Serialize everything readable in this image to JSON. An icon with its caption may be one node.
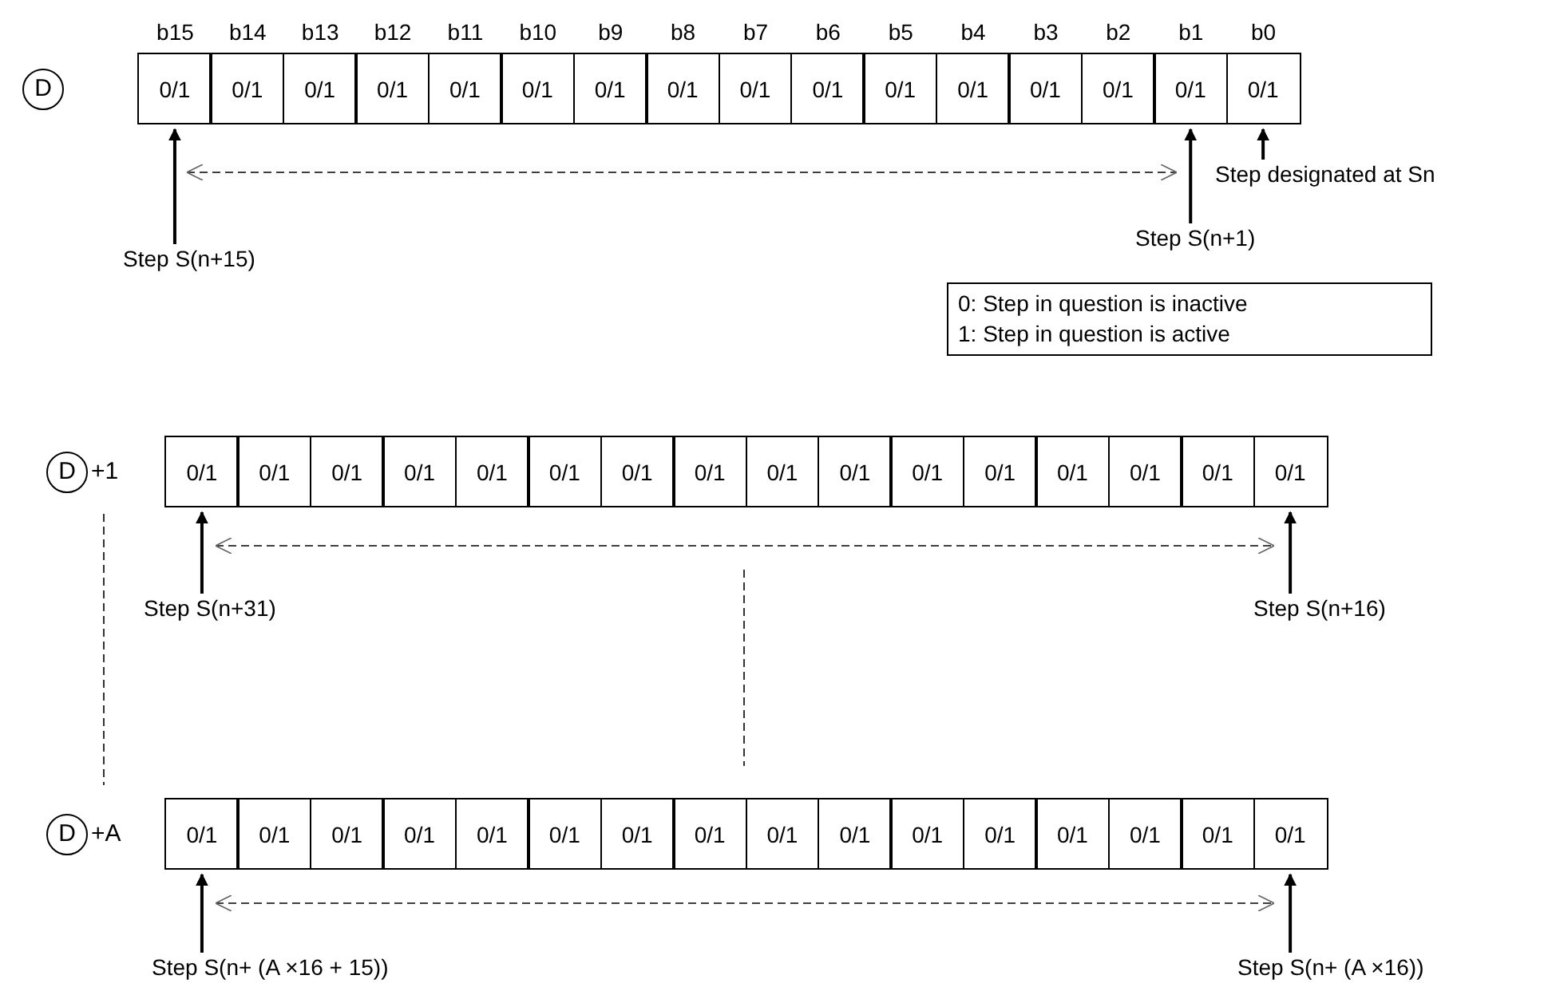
{
  "diagram": {
    "nodes": [
      {
        "text": [
          "D"
        ]
      },
      {
        "text": [
          "0/1"
        ]
      },
      {
        "text": [
          "0/1"
        ]
      },
      {
        "text": [
          "0/1"
        ]
      },
      {
        "text": [
          "0/1"
        ]
      },
      {
        "text": [
          "0/1"
        ]
      },
      {
        "text": [
          "0/1"
        ]
      },
      {
        "text": [
          "0/1"
        ]
      },
      {
        "text": [
          "0/1"
        ]
      },
      {
        "text": [
          "0/1"
        ]
      },
      {
        "text": [
          "0/1"
        ]
      },
      {
        "text": [
          "0/1"
        ]
      },
      {
        "text": [
          "0/1"
        ]
      },
      {
        "text": [
          "0/1"
        ]
      },
      {
        "text": [
          "0/1"
        ]
      },
      {
        "text": [
          "0/1"
        ]
      },
      {
        "text": [
          "0/1"
        ]
      },
      {
        "text": [
          "Step designated at Sn"
        ]
      },
      {
        "text": [
          "Step S(n+15)"
        ]
      },
      {
        "text": [
          "Step S(n+1)"
        ]
      },
      {
        "text": [
          "0: Step in question is inactive",
          "1: Step in question is active"
        ]
      },
      {
        "text": [
          "D"
        ],
        "beside": [
          "+1"
        ]
      },
      {
        "text": [
          "0/1"
        ]
      },
      {
        "text": [
          "0/1"
        ]
      },
      {
        "text": [
          "0/1"
        ]
      },
      {
        "text": [
          "0/1"
        ]
      },
      {
        "text": [
          "0/1"
        ]
      },
      {
        "text": [
          "0/1"
        ]
      },
      {
        "text": [
          "0/1"
        ]
      },
      {
        "text": [
          "0/1"
        ]
      },
      {
        "text": [
          "0/1"
        ]
      },
      {
        "text": [
          "0/1"
        ]
      },
      {
        "text": [
          "0/1"
        ]
      },
      {
        "text": [
          "0/1"
        ]
      },
      {
        "text": [
          "0/1"
        ]
      },
      {
        "text": [
          "0/1"
        ]
      },
      {
        "text": [
          "0/1"
        ]
      },
      {
        "text": [
          "0/1"
        ]
      },
      {
        "text": [
          "Step S(n+31)"
        ]
      },
      {
        "text": [
          "Step S(n+16)"
        ]
      },
      {
        "text": [
          "D"
        ],
        "beside": [
          "+A"
        ]
      },
      {
        "text": [
          "0/1"
        ]
      },
      {
        "text": [
          "0/1"
        ]
      },
      {
        "text": [
          "0/1"
        ]
      },
      {
        "text": [
          "0/1"
        ]
      },
      {
        "text": [
          "0/1"
        ]
      },
      {
        "text": [
          "0/1"
        ]
      },
      {
        "text": [
          "0/1"
        ]
      },
      {
        "text": [
          "0/1"
        ]
      },
      {
        "text": [
          "0/1"
        ]
      },
      {
        "text": [
          "0/1"
        ]
      },
      {
        "text": [
          "0/1"
        ]
      },
      {
        "text": [
          "0/1"
        ]
      },
      {
        "text": [
          "0/1"
        ]
      },
      {
        "text": [
          "0/1"
        ]
      },
      {
        "text": [
          "0/1"
        ]
      },
      {
        "text": [
          "0/1"
        ]
      },
      {
        "text": [
          "Step S(n+ (A ×16 + 15))"
        ]
      },
      {
        "text": [
          "Step S(n+ (A ×16))"
        ]
      }
    ],
    "edges": [
      {
        "from": 18,
        "to": 1,
        "arrow": "to"
      },
      {
        "from": 19,
        "to": 15,
        "arrow": "to"
      },
      {
        "from": 17,
        "to": 16,
        "arrow": "to"
      },
      {
        "from": 38,
        "to": 22,
        "arrow": "to"
      },
      {
        "from": 39,
        "to": 37,
        "arrow": "to"
      },
      {
        "from": 57,
        "to": 41,
        "arrow": "to"
      },
      {
        "from": 58,
        "to": 56,
        "arrow": "to"
      }
    ],
    "labels": [
      "b15",
      "b14",
      "b13",
      "b12",
      "b11",
      "b10",
      "b9",
      "b8",
      "b7",
      "b6",
      "b5",
      "b4",
      "b3",
      "b2",
      "b1",
      "b0"
    ]
  }
}
